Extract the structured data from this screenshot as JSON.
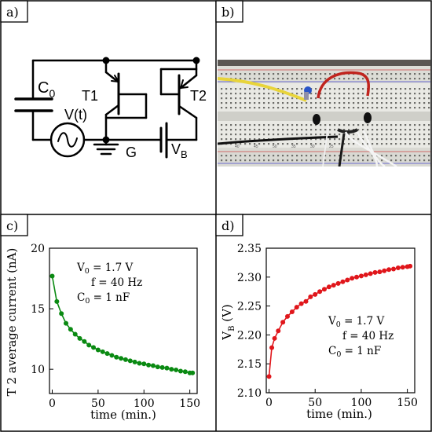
{
  "panels": {
    "a": {
      "label": "a)"
    },
    "b": {
      "label": "b)"
    },
    "c": {
      "label": "c)"
    },
    "d": {
      "label": "d)"
    }
  },
  "circuit": {
    "capacitor": {
      "main": "C",
      "sub": "0"
    },
    "source": "V(t)",
    "transistor_1": "T1",
    "transistor_2": "T2",
    "ground": "G",
    "battery": {
      "main": "V",
      "sub": "B"
    }
  },
  "photo": {
    "breadboard_numbers": [
      "40",
      "45",
      "50",
      "35",
      "30",
      "25"
    ],
    "colors": {
      "board": "#e9e9e4",
      "background": "#3a3a3a",
      "yellow_wire": "#e8d43a",
      "red_wire": "#c0241e",
      "blue_part": "#2a55c8"
    }
  },
  "chart_data": [
    {
      "id": "c",
      "type": "scatter",
      "mode": "line+markers",
      "color": "#0a8a12",
      "title": "",
      "xlabel": "time (min.)",
      "ylabel": "T 2 average current (nA)",
      "xlim": [
        -3,
        158
      ],
      "ylim": [
        8,
        20
      ],
      "xticks": [
        0,
        50,
        100,
        150
      ],
      "yticks": [
        10,
        15,
        20
      ],
      "grid": false,
      "annotation": [
        "V0 = 1.7 V",
        "f = 40 Hz",
        "C0 = 1 nF"
      ],
      "series": [
        {
          "x": [
            0,
            5,
            10,
            15,
            20,
            25,
            30,
            35,
            40,
            45,
            50,
            55,
            60,
            65,
            70,
            75,
            80,
            85,
            90,
            95,
            100,
            105,
            110,
            115,
            120,
            125,
            130,
            135,
            140,
            145,
            150,
            153
          ],
          "y": [
            17.7,
            15.6,
            14.6,
            13.8,
            13.3,
            12.9,
            12.55,
            12.3,
            12.0,
            11.8,
            11.6,
            11.45,
            11.3,
            11.15,
            11.0,
            10.9,
            10.8,
            10.7,
            10.6,
            10.5,
            10.45,
            10.35,
            10.3,
            10.2,
            10.15,
            10.1,
            10.0,
            9.95,
            9.85,
            9.8,
            9.7,
            9.7
          ]
        }
      ]
    },
    {
      "id": "d",
      "type": "scatter",
      "mode": "line+markers",
      "color": "#e0161b",
      "title": "",
      "xlabel": "time (min.)",
      "ylabel": "VB (V)",
      "xlim": [
        -3,
        158
      ],
      "ylim": [
        2.1,
        2.35
      ],
      "xticks": [
        0,
        50,
        100,
        150
      ],
      "yticks": [
        2.1,
        2.15,
        2.2,
        2.25,
        2.3,
        2.35
      ],
      "grid": false,
      "annotation": [
        "V0 = 1.7 V",
        "f = 40 Hz",
        "C0 = 1 nF"
      ],
      "series": [
        {
          "x": [
            0,
            3,
            6,
            10,
            15,
            20,
            25,
            30,
            35,
            40,
            45,
            50,
            55,
            60,
            65,
            70,
            75,
            80,
            85,
            90,
            95,
            100,
            105,
            110,
            115,
            120,
            125,
            130,
            135,
            140,
            145,
            150,
            153
          ],
          "y": [
            2.128,
            2.178,
            2.194,
            2.207,
            2.222,
            2.232,
            2.24,
            2.248,
            2.254,
            2.258,
            2.266,
            2.27,
            2.275,
            2.279,
            2.283,
            2.286,
            2.289,
            2.292,
            2.295,
            2.298,
            2.3,
            2.302,
            2.304,
            2.306,
            2.308,
            2.309,
            2.311,
            2.313,
            2.314,
            2.316,
            2.317,
            2.318,
            2.319
          ]
        }
      ]
    }
  ]
}
